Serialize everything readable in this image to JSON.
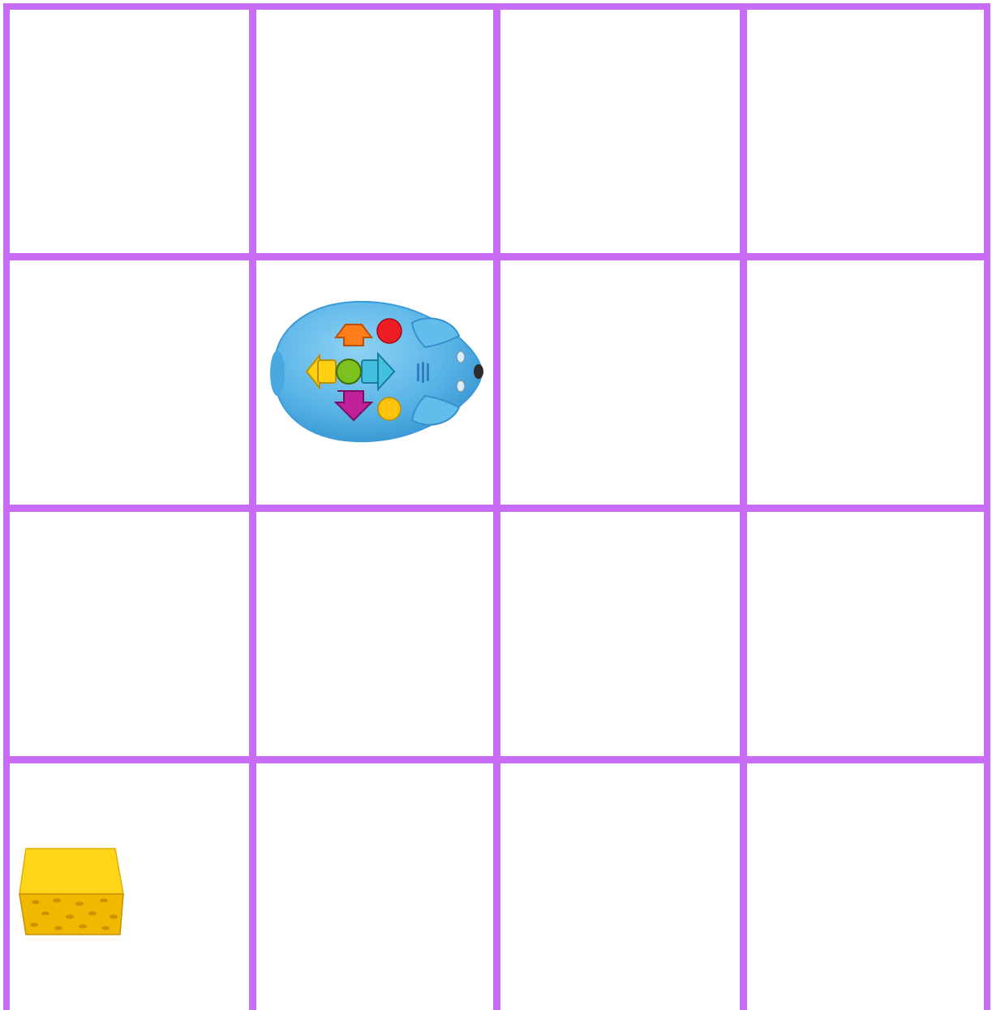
{
  "board": {
    "rows": 4,
    "cols": 4,
    "line_color": "#c86cf6",
    "background": "#ffffff"
  },
  "pieces": [
    {
      "name": "robot-mouse",
      "icon": "robot-mouse-icon",
      "row": 1,
      "col": 1,
      "facing": "right",
      "body_color": "#57b3e6"
    },
    {
      "name": "cheese",
      "icon": "cheese-icon",
      "row": 3,
      "col": 0,
      "body_color": "#f2c200"
    }
  ]
}
